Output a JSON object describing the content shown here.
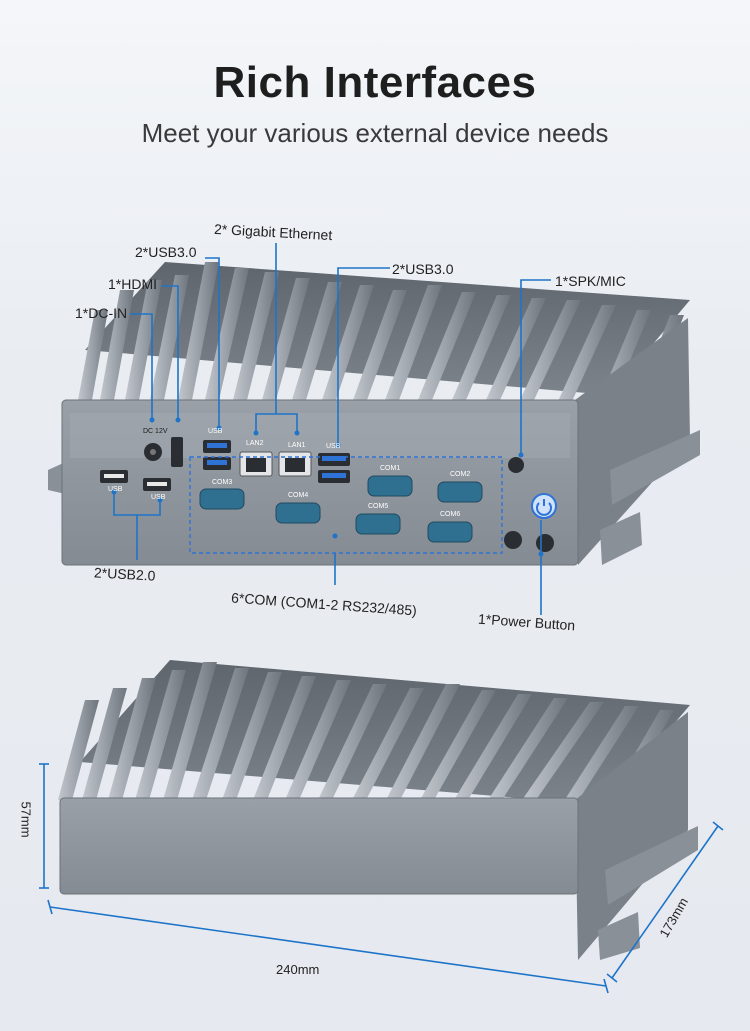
{
  "header": {
    "title": "Rich Interfaces",
    "subtitle": "Meet your various external device needs"
  },
  "callouts": {
    "gigabit": "2* Gigabit Ethernet",
    "usb3_left": "2*USB3.0",
    "usb3_right": "2*USB3.0",
    "hdmi": "1*HDMI",
    "dcin": "1*DC-IN",
    "spk": "1*SPK/MIC",
    "usb2": "2*USB2.0",
    "com": "6*COM (COM1-2 RS232/485)",
    "power": "1*Power Button"
  },
  "panel_labels": {
    "dc": "DC 12V",
    "usb": "USB",
    "lan2": "LAN2",
    "lan1": "LAN1",
    "com1": "COM1",
    "com2": "COM2",
    "com3": "COM3",
    "com4": "COM4",
    "com5": "COM5",
    "com6": "COM6"
  },
  "dimensions": {
    "height": "57mm",
    "width": "240mm",
    "depth": "173mm"
  },
  "colors": {
    "accent": "#1e74c8",
    "body": "#8e959d",
    "fin": "#a9afb6"
  }
}
